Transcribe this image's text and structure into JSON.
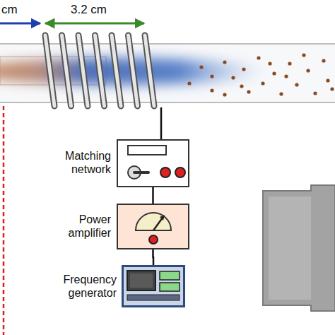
{
  "diagram": {
    "nodes": [
      {
        "text": [
          "Matching network"
        ]
      },
      {
        "text": [
          "Power amplifier"
        ]
      },
      {
        "text": [
          "Frequency generator"
        ]
      }
    ],
    "edges": [
      {
        "from": 0,
        "to": 1,
        "arrow": "none"
      },
      {
        "from": 1,
        "to": 2,
        "arrow": "none"
      }
    ],
    "labels": [
      "cm",
      "3.2 cm"
    ]
  }
}
